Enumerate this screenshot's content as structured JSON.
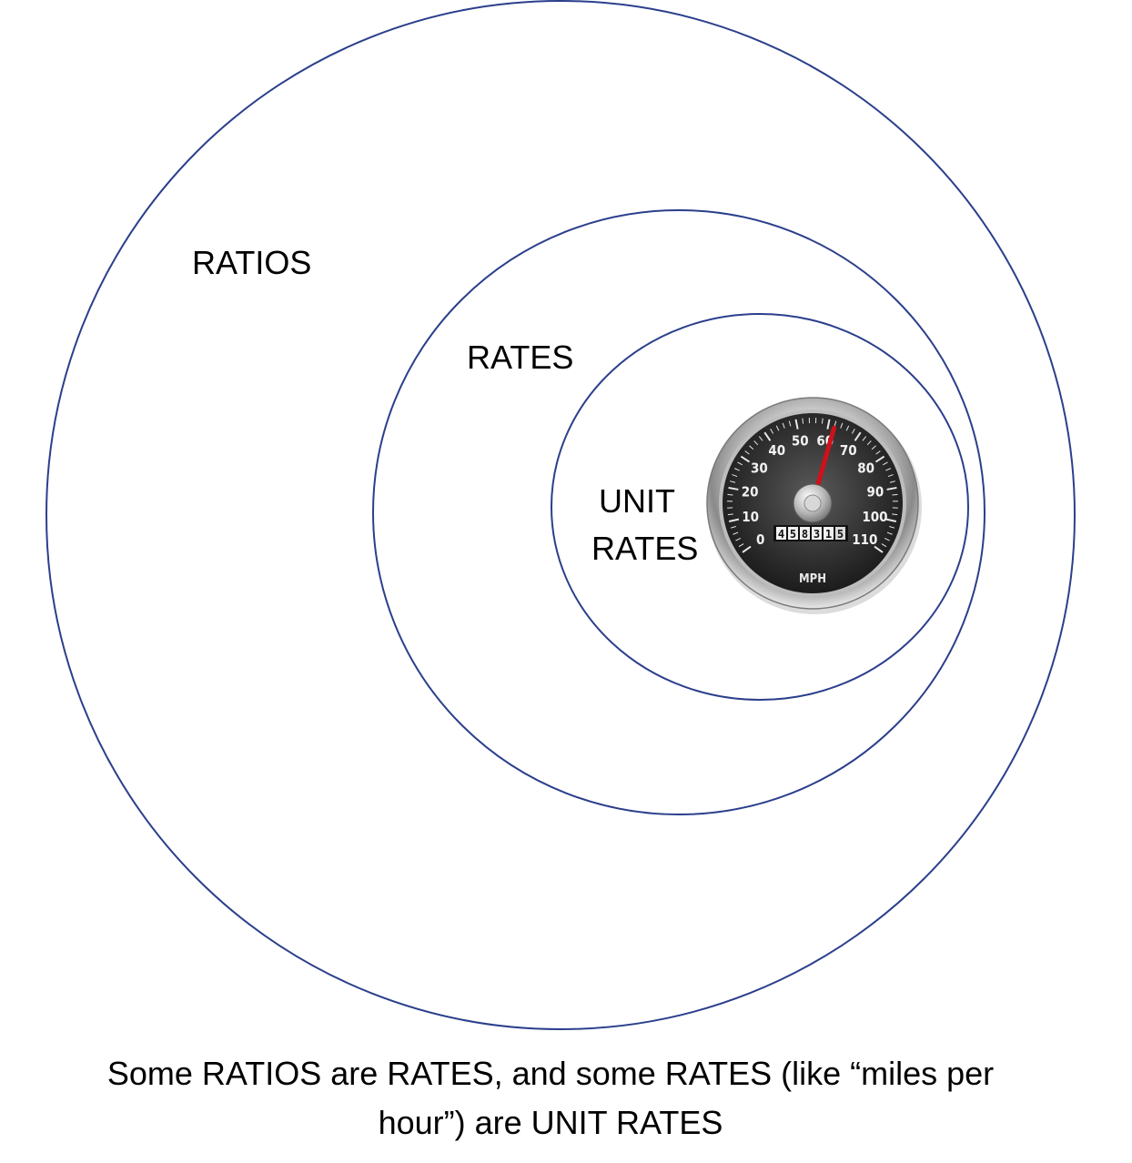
{
  "diagram": {
    "sets": [
      {
        "name": "RATIOS",
        "label_lines": [
          "RATIOS"
        ]
      },
      {
        "name": "RATES",
        "label_lines": [
          "RATES"
        ]
      },
      {
        "name": "UNIT RATES",
        "label_lines": [
          "UNIT",
          "RATES"
        ]
      }
    ],
    "circle_color": "#2b3f8c",
    "speedometer": {
      "icon": "speedometer-icon",
      "unit": "MPH",
      "scale": [
        "0",
        "10",
        "20",
        "30",
        "40",
        "50",
        "60",
        "70",
        "80",
        "90",
        "100",
        "110"
      ],
      "needle_value": 62,
      "odometer": [
        "4",
        "5",
        "8",
        "3",
        "1",
        "5"
      ],
      "needle_color": "#d0101a"
    }
  },
  "caption": {
    "line1": "Some RATIOS are RATES, and some RATES (like “miles per",
    "line2": "hour”) are UNIT RATES"
  }
}
